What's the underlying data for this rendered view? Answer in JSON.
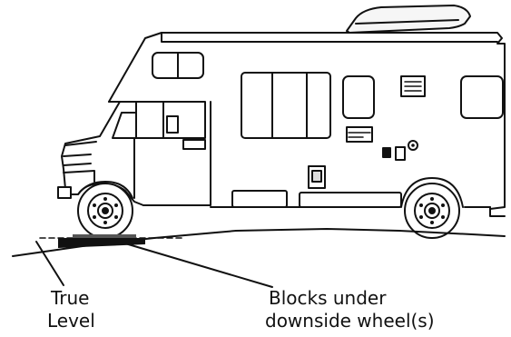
{
  "labels": {
    "true": "True",
    "level": "Level",
    "blocks": "Blocks under",
    "downside": "downside wheel(s)"
  }
}
